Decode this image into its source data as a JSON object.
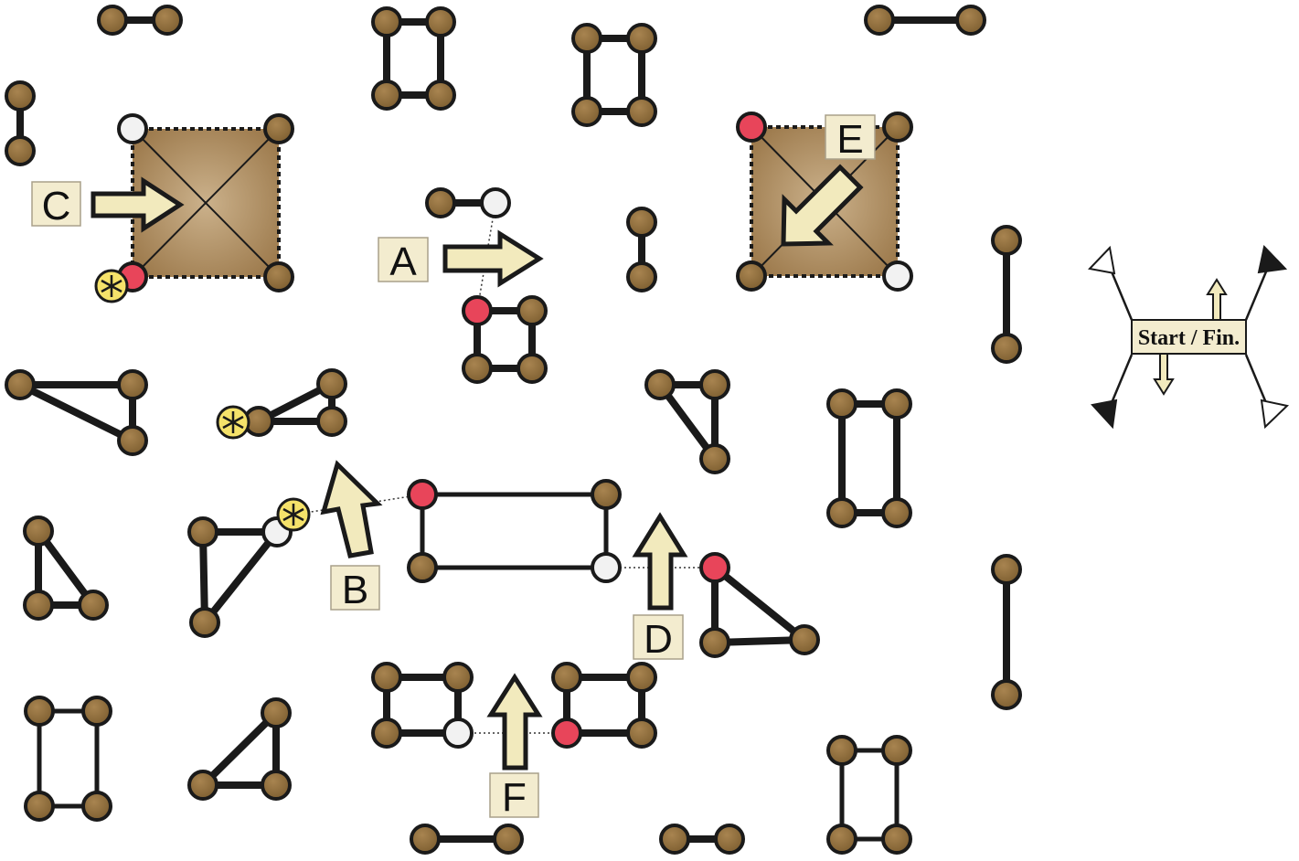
{
  "labels": {
    "a": "A",
    "b": "B",
    "c": "C",
    "d": "D",
    "e": "E",
    "f": "F"
  },
  "start_finish": "Start / Fin.",
  "colors": {
    "node_brown": "#8a6a3a",
    "node_red": "#e8455a",
    "node_white": "#f2f2f2",
    "node_yellow": "#f5e26a",
    "arrow_fill": "#f2eabd",
    "label_fill": "#f3eccf",
    "zone_center": "#c8ad86",
    "zone_edge": "#9e7b4c"
  }
}
